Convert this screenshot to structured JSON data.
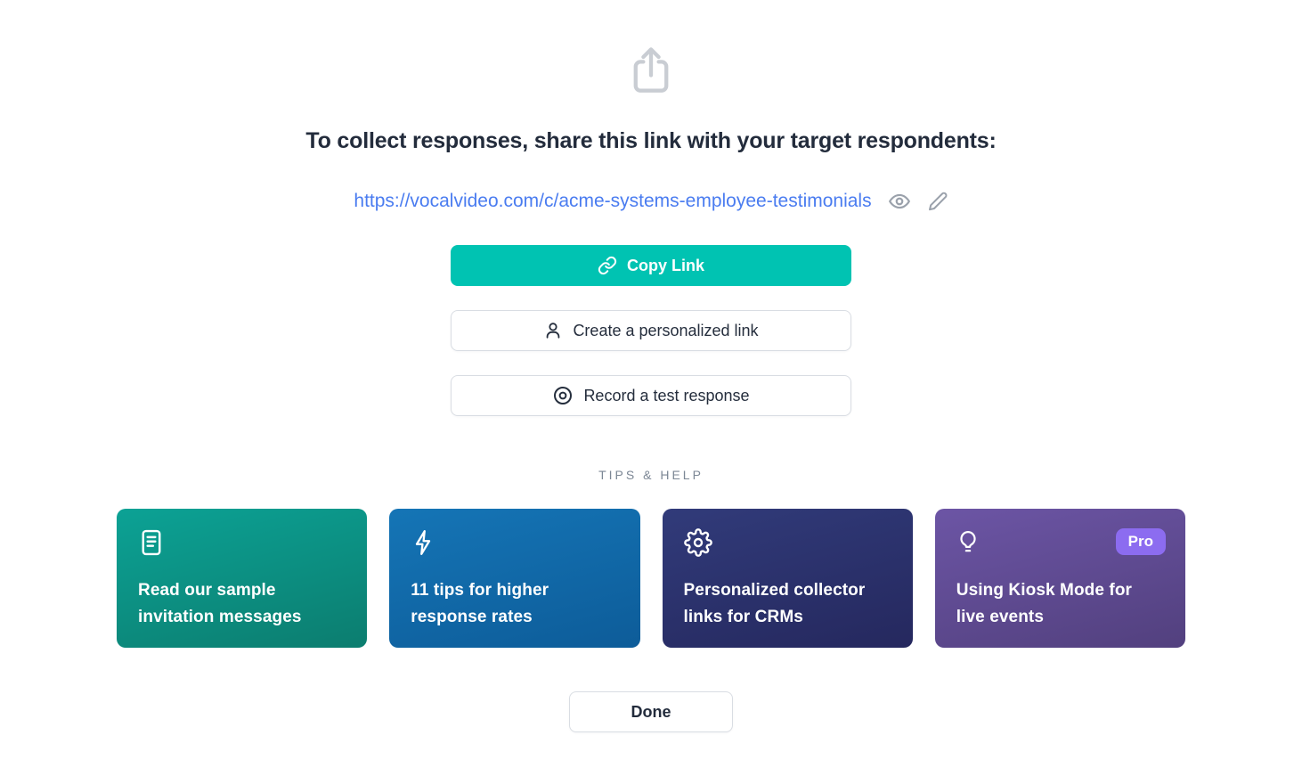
{
  "header": {
    "title": "To collect responses, share this link with your target respondents:"
  },
  "link": {
    "url": "https://vocalvideo.com/c/acme-systems-employee-testimonials",
    "color": "#4a7cf0",
    "actions": [
      "preview",
      "edit"
    ]
  },
  "buttons": {
    "copy": {
      "label": "Copy Link",
      "bg": "#00c3b2"
    },
    "personalized": {
      "label": "Create a personalized link"
    },
    "test": {
      "label": "Record a test response"
    },
    "done": {
      "label": "Done"
    }
  },
  "tips": {
    "heading": "TIPS & HELP",
    "cards": [
      {
        "label": "Read our sample invitation messages",
        "icon": "document-icon",
        "gradient_from": "#0ca295",
        "gradient_to": "#0c7d6f"
      },
      {
        "label": "11 tips for higher response rates",
        "icon": "lightning-icon",
        "gradient_from": "#1575b6",
        "gradient_to": "#0d5c99"
      },
      {
        "label": "Personalized collector links for CRMs",
        "icon": "gear-icon",
        "gradient_from": "#313b7a",
        "gradient_to": "#25285e"
      },
      {
        "label": "Using Kiosk Mode for live events",
        "icon": "lightbulb-icon",
        "gradient_from": "#6c55a5",
        "gradient_to": "#52407e",
        "badge": "Pro",
        "badge_bg": "#8c6cf0"
      }
    ]
  }
}
